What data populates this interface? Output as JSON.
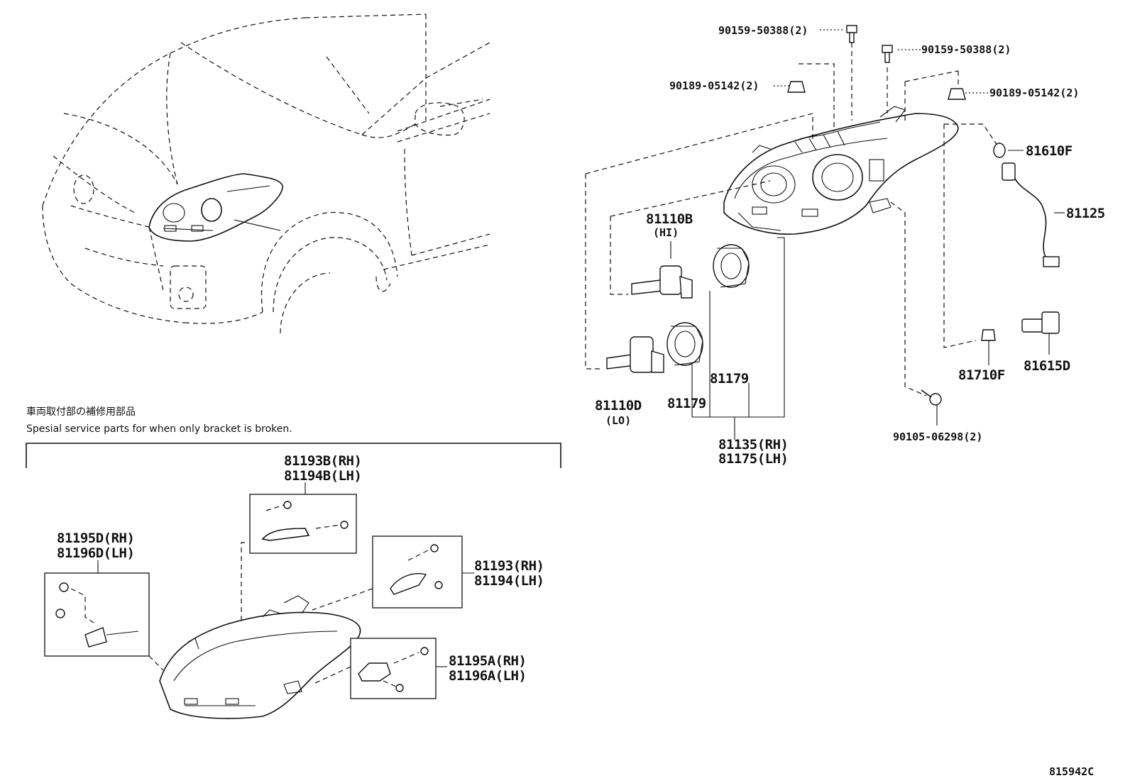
{
  "labels": {
    "bolt_90159_a": "90159-50388(2)",
    "bolt_90159_b": "90159-50388(2)",
    "nut_90189_a": "90189-05142(2)",
    "nut_90189_b": "90189-05142(2)",
    "p81610F": "81610F",
    "p81125": "81125",
    "p81110B": "81110B",
    "p81110B_sub": "(HI)",
    "p81179_a": "81179",
    "p81179_b": "81179",
    "p81110D": "81110D",
    "p81110D_sub": "(LO)",
    "p81710F": "81710F",
    "p81615D": "81615D",
    "screw_90105": "90105-06298(2)",
    "p81135": "81135(RH)",
    "p81175": "81175(LH)",
    "p81193B": "81193B(RH)",
    "p81194B": "81194B(LH)",
    "p81195D": "81195D(RH)",
    "p81196D": "81196D(LH)",
    "p81193": "81193(RH)",
    "p81194": "81194(LH)",
    "p81195A": "81195A(RH)",
    "p81196A": "81196A(LH)",
    "note_jp": "車両取付部の補修用部品",
    "note_en": "Spesial service parts for when only bracket is broken.",
    "diagram_id": "815942C"
  }
}
